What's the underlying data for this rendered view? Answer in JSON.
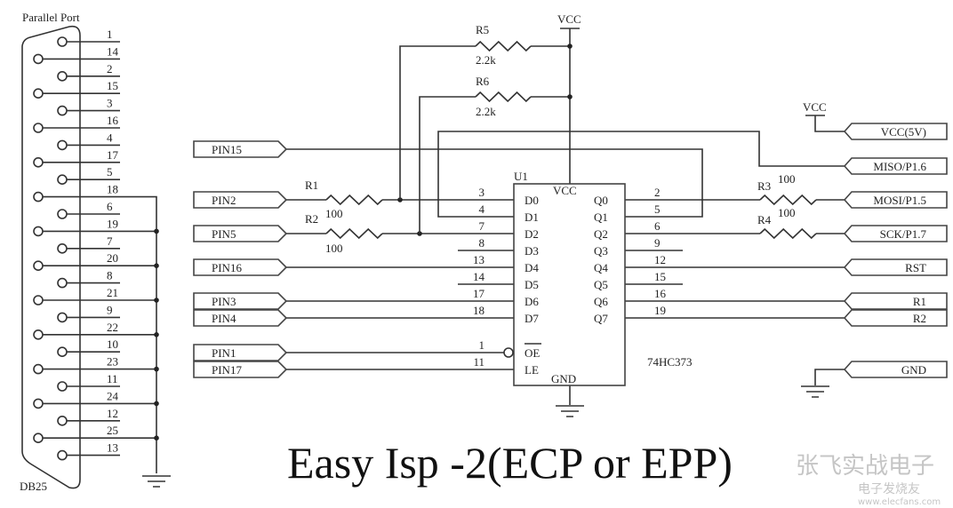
{
  "connector": {
    "title": "Parallel Port",
    "type_label": "DB25",
    "pin_order": [
      "1",
      "14",
      "2",
      "15",
      "3",
      "16",
      "4",
      "17",
      "5",
      "18",
      "6",
      "19",
      "7",
      "20",
      "8",
      "21",
      "9",
      "22",
      "10",
      "23",
      "11",
      "24",
      "12",
      "25",
      "13"
    ]
  },
  "left_ports": [
    {
      "label": "PIN15",
      "row": "pin15"
    },
    {
      "label": "PIN2",
      "row": "d0"
    },
    {
      "label": "PIN5",
      "row": "d2"
    },
    {
      "label": "PIN16",
      "row": "d4"
    },
    {
      "label": "PIN3",
      "row": "d6"
    },
    {
      "label": "PIN4",
      "row": "d7"
    },
    {
      "label": "PIN1",
      "row": "oe"
    },
    {
      "label": "PIN17",
      "row": "le"
    }
  ],
  "right_ports": [
    {
      "label": "VCC(5V)",
      "row": "vcc"
    },
    {
      "label": "MISO/P1.6",
      "row": "miso"
    },
    {
      "label": "MOSI/P1.5",
      "row": "d0"
    },
    {
      "label": "SCK/P1.7",
      "row": "d2"
    },
    {
      "label": "RST",
      "row": "d4"
    },
    {
      "label": "R1",
      "row": "d6"
    },
    {
      "label": "R2",
      "row": "d7"
    },
    {
      "label": "GND",
      "row": "le"
    }
  ],
  "chip": {
    "ref": "U1",
    "part": "74HC373",
    "vcc_label": "VCC",
    "gnd_label": "GND",
    "inputs": [
      {
        "name": "D0",
        "pin": "3"
      },
      {
        "name": "D1",
        "pin": "4"
      },
      {
        "name": "D2",
        "pin": "7"
      },
      {
        "name": "D3",
        "pin": "8"
      },
      {
        "name": "D4",
        "pin": "13"
      },
      {
        "name": "D5",
        "pin": "14"
      },
      {
        "name": "D6",
        "pin": "17"
      },
      {
        "name": "D7",
        "pin": "18"
      },
      {
        "name": "OE",
        "pin": "1"
      },
      {
        "name": "LE",
        "pin": "11"
      }
    ],
    "outputs": [
      {
        "name": "Q0",
        "pin": "2"
      },
      {
        "name": "Q1",
        "pin": "5"
      },
      {
        "name": "Q2",
        "pin": "6"
      },
      {
        "name": "Q3",
        "pin": "9"
      },
      {
        "name": "Q4",
        "pin": "12"
      },
      {
        "name": "Q5",
        "pin": "15"
      },
      {
        "name": "Q6",
        "pin": "16"
      },
      {
        "name": "Q7",
        "pin": "19"
      }
    ]
  },
  "resistors": {
    "r1": {
      "ref": "R1",
      "value": "100"
    },
    "r2": {
      "ref": "R2",
      "value": "100"
    },
    "r3": {
      "ref": "R3",
      "value": "100"
    },
    "r4": {
      "ref": "R4",
      "value": "100"
    },
    "r5": {
      "ref": "R5",
      "value": "2.2k"
    },
    "r6": {
      "ref": "R6",
      "value": "2.2k"
    }
  },
  "power": {
    "vcc_top": "VCC",
    "vcc_right": "VCC"
  },
  "title": "Easy Isp -2(ECP or EPP)",
  "watermark": {
    "line1": "张飞实战电子",
    "line2": "电子发烧友",
    "line3": "www.elecfans.com"
  }
}
